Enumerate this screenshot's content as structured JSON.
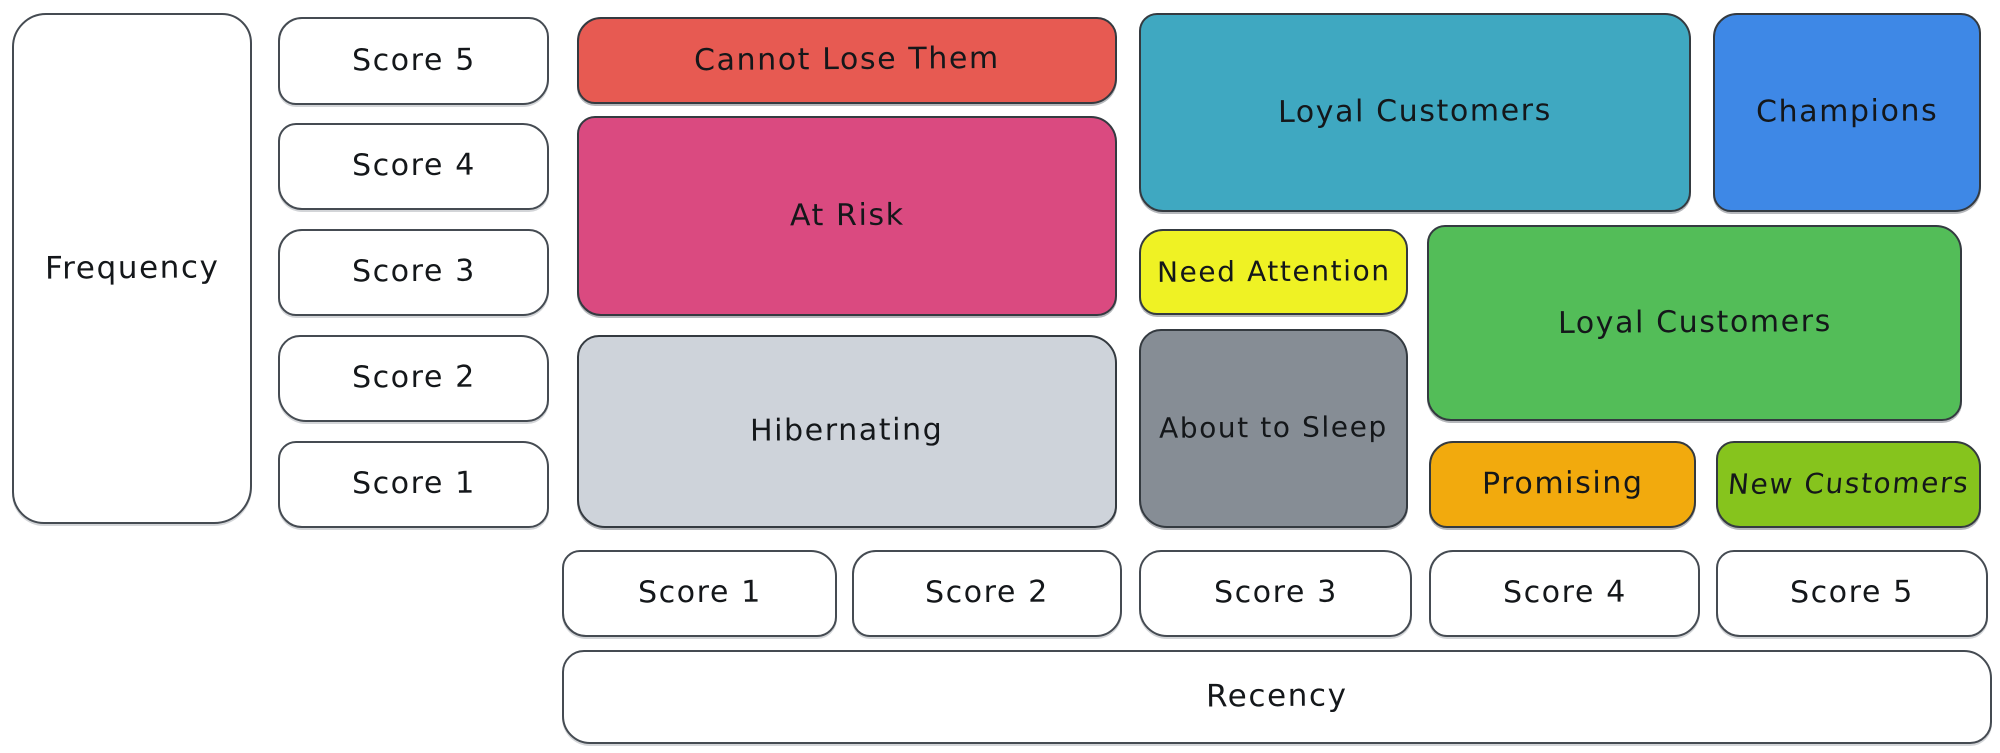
{
  "canvas": {
    "background": "#ffffff",
    "stroke": "#343a40",
    "text_color": "#14171a"
  },
  "axes": {
    "frequency": {
      "label": "Frequency",
      "scores": [
        "Score 5",
        "Score 4",
        "Score 3",
        "Score 2",
        "Score 1"
      ]
    },
    "recency": {
      "label": "Recency",
      "scores": [
        "Score 1",
        "Score 2",
        "Score 3",
        "Score 4",
        "Score 5"
      ]
    }
  },
  "segments": {
    "cannot_lose_them": {
      "label": "Cannot Lose Them",
      "fill": "#e75a52"
    },
    "at_risk": {
      "label": "At Risk",
      "fill": "#da4a80"
    },
    "hibernating": {
      "label": "Hibernating",
      "fill": "#ced3da"
    },
    "loyal_customers_top": {
      "label": "Loyal Customers",
      "fill": "#3fa8c1"
    },
    "champions": {
      "label": "Champions",
      "fill": "#3e88e6"
    },
    "need_attention": {
      "label": "Need Attention",
      "fill": "#eff224"
    },
    "loyal_customers_mid": {
      "label": "Loyal Customers",
      "fill": "#53bd58"
    },
    "about_to_sleep": {
      "label": "About to Sleep",
      "fill": "#868d95"
    },
    "promising": {
      "label": "Promising",
      "fill": "#f2aa0d"
    },
    "new_customers": {
      "label": "New Customers",
      "fill": "#86c41d"
    }
  }
}
